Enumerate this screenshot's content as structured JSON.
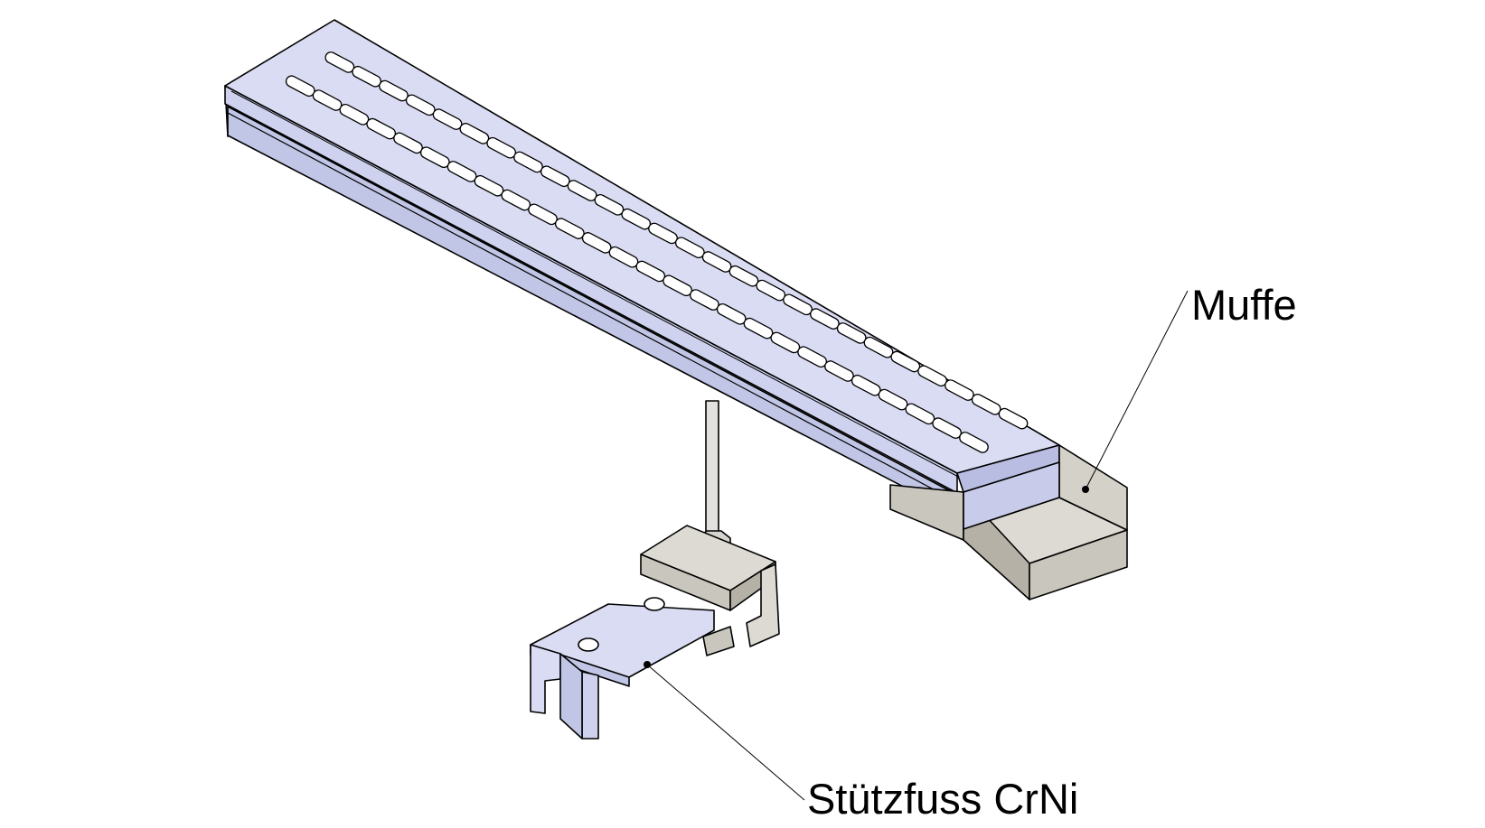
{
  "diagram": {
    "type": "isometric-technical-drawing",
    "callouts": [
      {
        "id": "muffe",
        "text": "Muffe"
      },
      {
        "id": "stuetzfuss",
        "text": "Stützfuss CrNi"
      }
    ],
    "colors": {
      "background": "#ffffff",
      "tray_top": "#d9dcf2",
      "tray_side": "#c2c6e6",
      "tray_dark": "#a9aed6",
      "slot_fill": "#ffffff",
      "outline": "#000000",
      "steel_light": "#dcdad3",
      "steel_mid": "#c9c6bd",
      "steel_dark": "#b5b1a6",
      "rod": "#e2e1de"
    }
  }
}
